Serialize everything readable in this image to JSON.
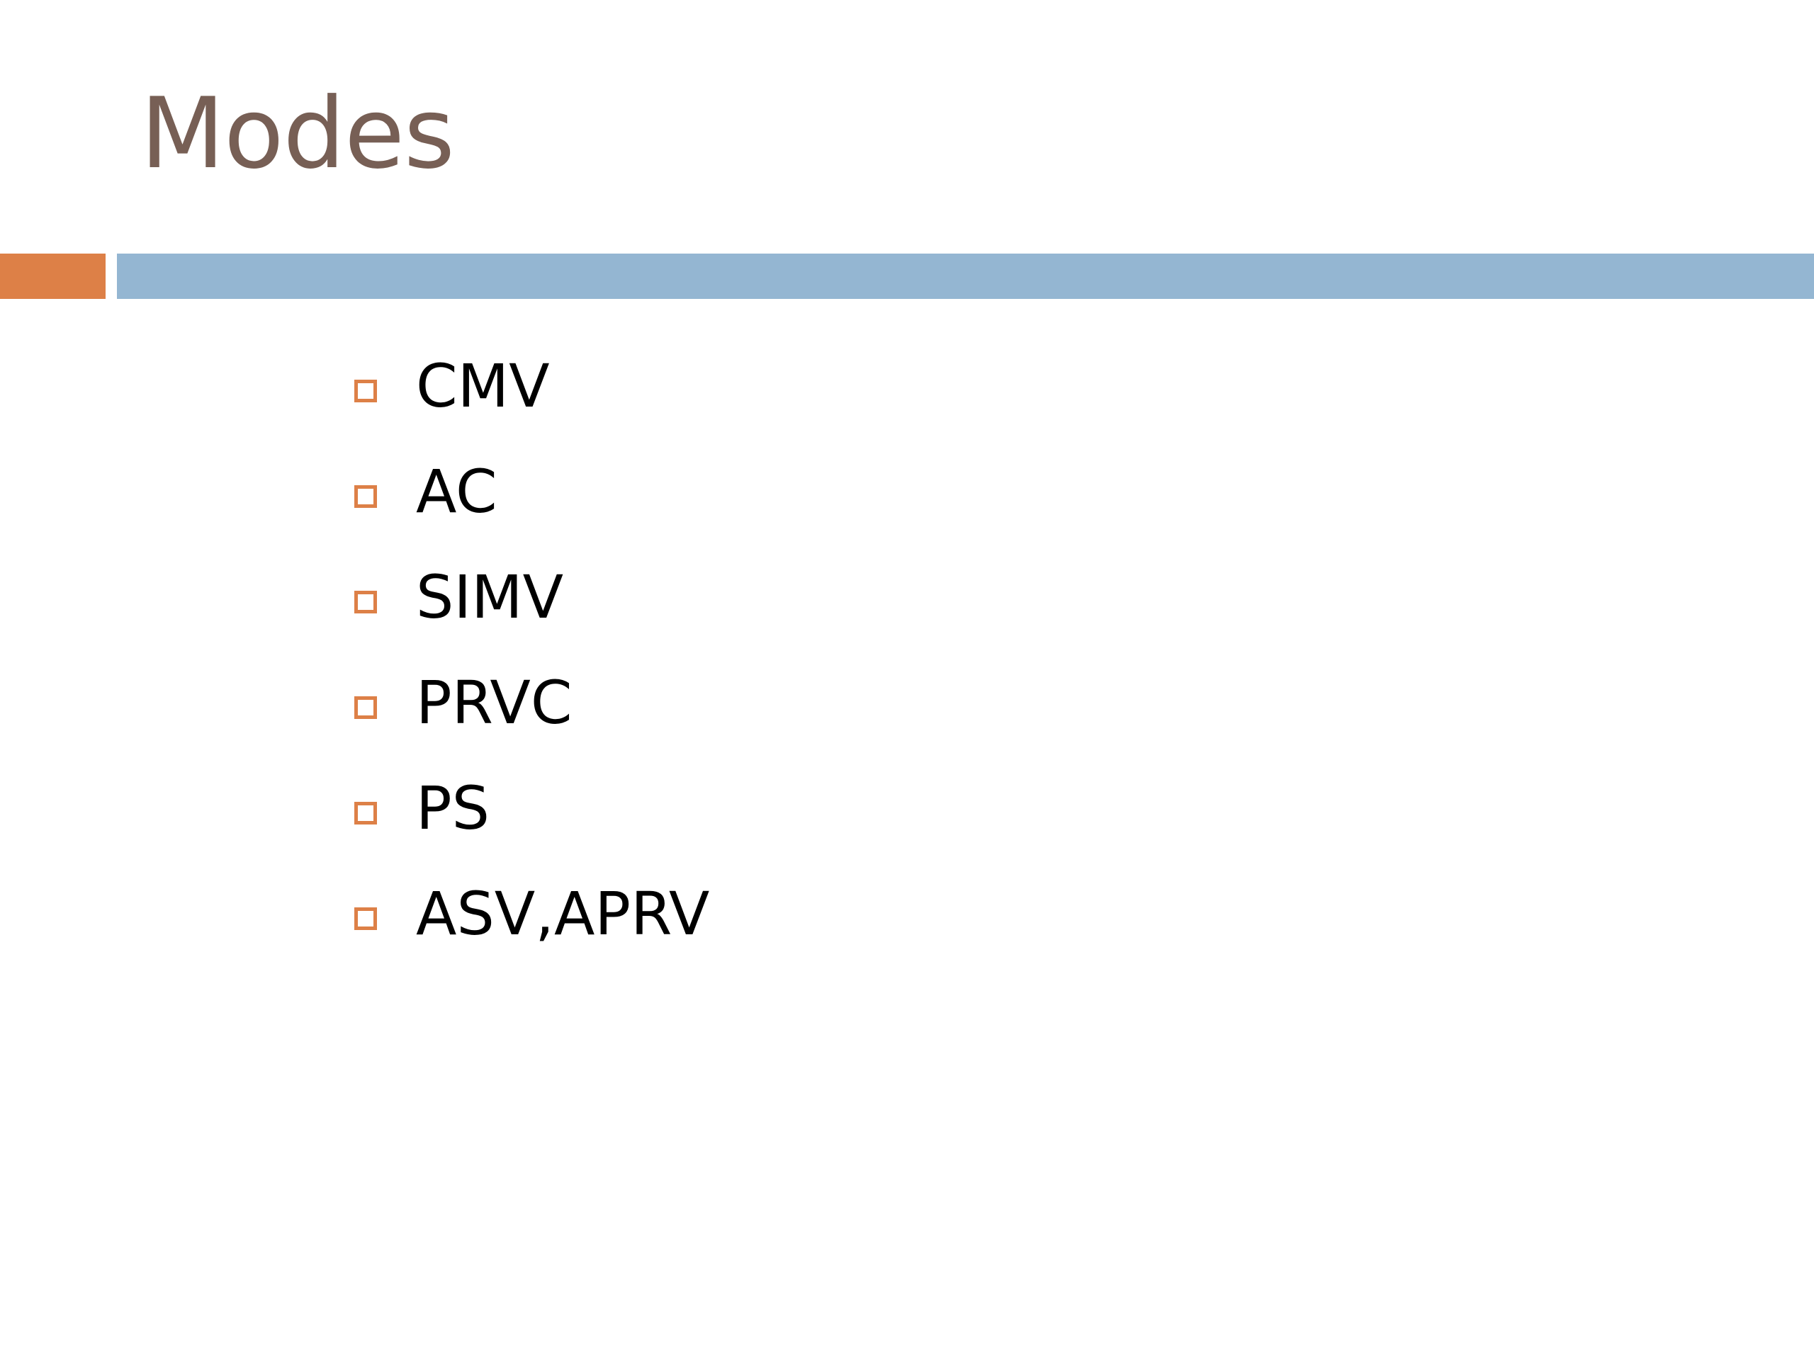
{
  "slide": {
    "title": "Modes",
    "title_color": "#775f55",
    "accent_color": "#dd8047",
    "bar_color": "#94b6d2",
    "bullet_icon": "hollow-square-icon",
    "bullets": [
      "CMV",
      "AC",
      "SIMV",
      "PRVC",
      "PS",
      "ASV,APRV"
    ]
  }
}
